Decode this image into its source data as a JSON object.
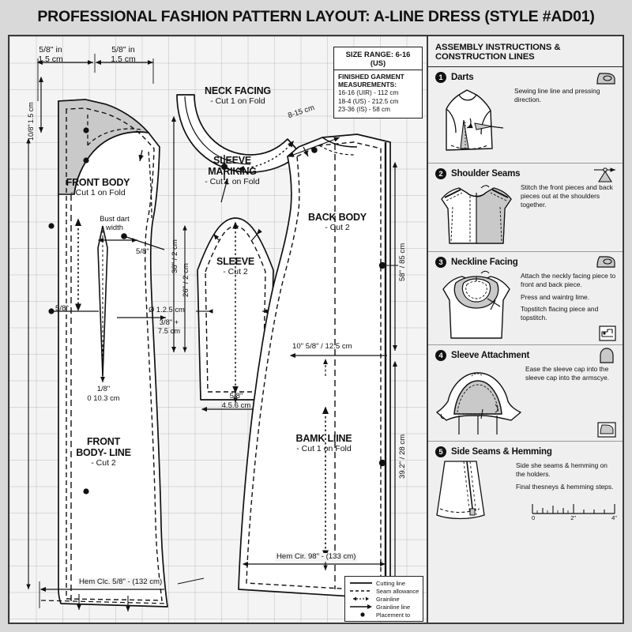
{
  "title": "PROFESSIONAL FASHION PATTERN LAYOUT: A-LINE DRESS (STYLE #AD01)",
  "size_box": {
    "header": "SIZE RANGE: 6-16 (US)",
    "measurements_title_1": "FINISHED GARMENT",
    "measurements_title_2": "MEASUREMENTS:",
    "rows": [
      "16-16 (UIR) - 112 cm",
      "18-4 (US) - 212.5 cm",
      "23-36 (IS) - 58 cm"
    ]
  },
  "pieces": {
    "front_body": {
      "name": "FRONT BODY",
      "cut": "- Cut 1 on Fold"
    },
    "neck_facing": {
      "name": "NECK FACING",
      "cut": "- Cut 1 on Fold"
    },
    "sleeve_marking": {
      "name_1": "SLEEVE",
      "name_2": "MARIKING",
      "cut": "- Cut 1 on Fold"
    },
    "sleeve": {
      "name": "SLEEVE",
      "cut": "- Cut 2"
    },
    "back_body": {
      "name": "BACK BODY",
      "cut": "- Cut 2"
    },
    "front_body_line": {
      "name_1": "FRONT",
      "name_2": "BODY- LINE",
      "cut": "- Cut 2"
    },
    "back_line": {
      "name": "BAMK LIINE",
      "cut": "- Cut 1 on Fold"
    }
  },
  "dimensions": {
    "shoulder_left_1": "5/8\" in",
    "shoulder_left_2": "1.5 cm",
    "shoulder_right_1": "5/8\" in",
    "shoulder_right_2": "1.5 cm",
    "neck_depth_1": "10/8\"",
    "neck_depth_2": "1.5 cm",
    "front_height": "38\" / 2 cm",
    "sleeve_height": "26\" / 2 cm",
    "bust_dart_1": "Bust dart",
    "bust_dart_2": "width",
    "seam_allow_armhole": "5/8\"",
    "seam_allow_side": "5/8\"",
    "dart_point_1": "Ø 1.2.5 cm",
    "dart_point_2": "3/8\" +",
    "dart_point_3": "7.5 cm",
    "dart_len_1": "1/8\"",
    "dart_len_2": "0 10.3 cm",
    "sleeve_hem_1": "5/8\"",
    "sleeve_hem_2": "4.5.6 cm",
    "back_shoulder": "8-15 cm",
    "back_height": "58\" / 85 cm",
    "back_waist": "10\" 5/8\" / 12.5 cm",
    "back_lower_height": "39.2\" / 28 cm",
    "front_hem": "Hem Clc. 5/8\" - (132 cm)",
    "back_hem": "Hem Cir. 98\" - (133 cm)"
  },
  "legend": {
    "items": [
      {
        "symbol": "solid-line",
        "label": "Cutting line"
      },
      {
        "symbol": "dashed-line",
        "label": "Seam allowance"
      },
      {
        "symbol": "double-arrow-dotted",
        "label": "Grainline"
      },
      {
        "symbol": "arrow-line",
        "label": "Grainline line"
      },
      {
        "symbol": "filled-dot",
        "label": "Placement to"
      }
    ]
  },
  "sidebar": {
    "title": "ASSEMBLY INSTRUCTIONS & CONSTRUCTION LINES",
    "steps": [
      {
        "number": "1",
        "title": "Darts",
        "icon": "iron-icon",
        "paragraphs": [
          "Sewing line line and pressing direction."
        ]
      },
      {
        "number": "2",
        "title": "Shoulder Seams",
        "icon": "pressing-arrows-icon",
        "paragraphs": [
          "Stitch the front pieces and back pieces out at the shoulders together."
        ]
      },
      {
        "number": "3",
        "title": "Neckline Facing",
        "icon": "iron-icon",
        "icon2": "sewing-machine-icon",
        "paragraphs": [
          "Attach the neckly facing piece to front and back piece.",
          "Press and waintrg lime.",
          "Topstitch flacing piece and topstitch."
        ]
      },
      {
        "number": "4",
        "title": "Sleeve Attachment",
        "icon": "sleeve-cap-icon",
        "icon2": "iron-icon",
        "paragraphs": [
          "Ease the sleeve cap into the sleeve cap into the armscye."
        ]
      },
      {
        "number": "5",
        "title": "Side Seams & Hemming",
        "paragraphs": [
          "Side she seams & hemming on the holders.",
          "Final thesneys & hemming steps."
        ]
      }
    ],
    "ruler": {
      "ticks": [
        "0",
        "2\"",
        "4\""
      ]
    }
  },
  "colors": {
    "page_bg": "#d9d9d9",
    "frame_border": "#3a3a3a",
    "pattern_bg": "#f4f4f4",
    "sidebar_bg": "#efefef",
    "ink": "#111111",
    "fill_gray": "#c9c9c9"
  }
}
